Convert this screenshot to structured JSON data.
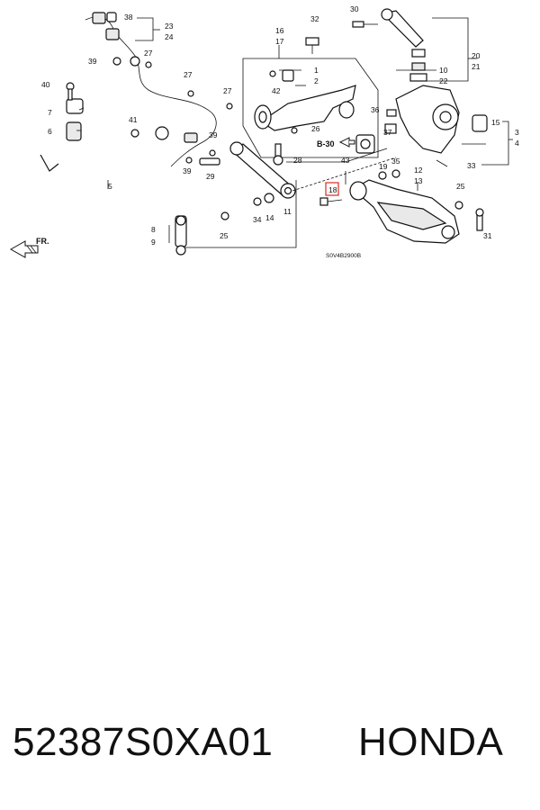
{
  "diagram": {
    "callouts": [
      "1",
      "2",
      "3",
      "4",
      "5",
      "6",
      "7",
      "8",
      "9",
      "10",
      "11",
      "12",
      "13",
      "14",
      "15",
      "16",
      "17",
      "18",
      "19",
      "20",
      "21",
      "22",
      "23",
      "24",
      "25",
      "25",
      "26",
      "27",
      "27",
      "27",
      "28",
      "29",
      "30",
      "31",
      "32",
      "33",
      "34",
      "35",
      "36",
      "37",
      "38",
      "39",
      "39",
      "39",
      "40",
      "41",
      "42",
      "43"
    ],
    "ref_code": "S0V4B2900B",
    "section_ref": "B-30",
    "direction": "FR.",
    "highlighted_callout": "18"
  },
  "footer": {
    "part_number": "52387S0XA01",
    "brand": "HONDA"
  }
}
